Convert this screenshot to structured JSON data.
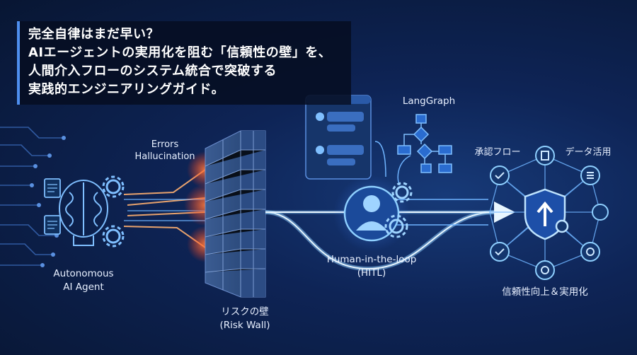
{
  "title_lines": [
    "完全自律はまだ早い？",
    "AIエージェントの実用化を阻む「信頼性の壁」を、",
    "人間介入フローのシステム統合で突破する",
    "実践的エンジニアリングガイド。"
  ],
  "agent": {
    "label_line1": "Autonomous",
    "label_line2": "AI Agent"
  },
  "errors": {
    "line1": "Errors",
    "line2": "Hallucination"
  },
  "wall": {
    "label_line1": "リスクの壁",
    "label_line2": "(Risk Wall)"
  },
  "langgraph": {
    "label": "LangGraph"
  },
  "hitl": {
    "label_line1": "Human-in-the-loop",
    "label_line2": "(HITL)"
  },
  "result": {
    "approval_label": "承認フロー",
    "data_label": "データ活用",
    "outcome_label": "信頼性向上＆実用化"
  },
  "colors": {
    "accent": "#4e8ff0",
    "glow": "#8fd0ff",
    "error": "#ff6a3a"
  }
}
